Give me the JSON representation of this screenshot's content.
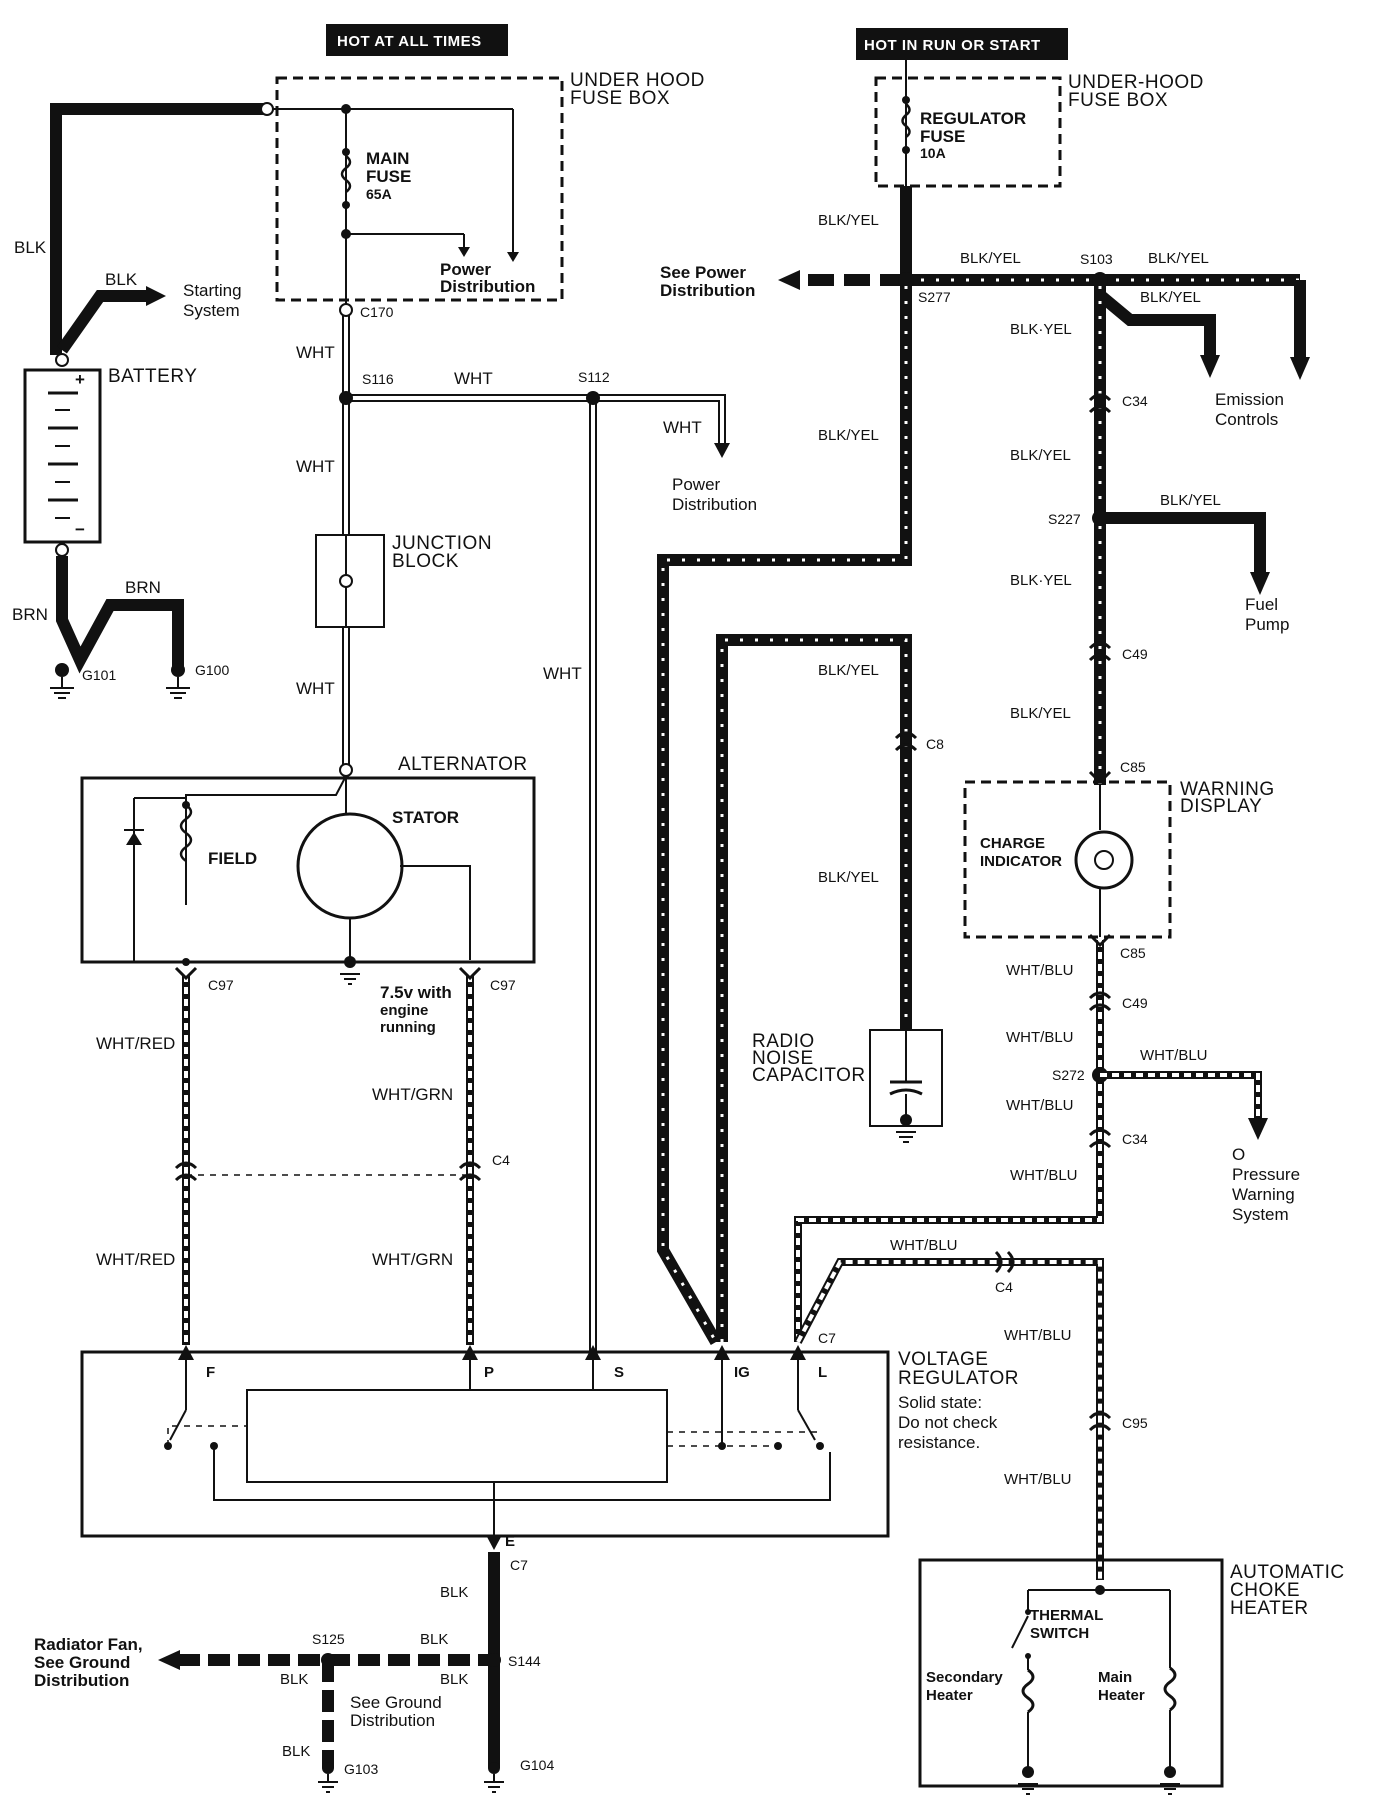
{
  "headers": {
    "hot_at_all_times": "HOT AT ALL TIMES",
    "hot_in_run_or_start": "HOT IN RUN OR START"
  },
  "fuse_boxes": {
    "left": {
      "title_line1": "UNDER HOOD",
      "title_line2": "FUSE BOX",
      "fuse_line1": "MAIN",
      "fuse_line2": "FUSE",
      "fuse_rating": "65A",
      "power_line1": "Power",
      "power_line2": "Distribution"
    },
    "right": {
      "title_line1": "UNDER-HOOD",
      "title_line2": "FUSE BOX",
      "fuse_line1": "REGULATOR",
      "fuse_line2": "FUSE",
      "fuse_rating": "10A"
    }
  },
  "battery": {
    "label": "BATTERY",
    "starting_line1": "Starting",
    "starting_line2": "System"
  },
  "grounds": [
    "G101",
    "G100",
    "G103",
    "G104"
  ],
  "connectors": {
    "c170": "C170",
    "c97a": "C97",
    "c97b": "C97",
    "c4a": "C4",
    "c4b": "C4",
    "c7a": "C7",
    "c7b": "C7",
    "c34a": "C34",
    "c34b": "C34",
    "c49a": "C49",
    "c49b": "C49",
    "c85a": "C85",
    "c85b": "C85",
    "c8": "C8",
    "c95": "C95"
  },
  "splices": {
    "s116": "S116",
    "s112": "S112",
    "s103": "S103",
    "s277": "S277",
    "s227": "S227",
    "s272": "S272",
    "s125": "S125",
    "s144": "S144"
  },
  "wire_colors": {
    "blk": "BLK",
    "brn": "BRN",
    "wht": "WHT",
    "blk_yel": "BLK/YEL",
    "blk_yel_dot": "BLK·YEL",
    "wht_red": "WHT/RED",
    "wht_grn": "WHT/GRN",
    "wht_blu": "WHT/BLU",
    "blk_ital": "BLK"
  },
  "components": {
    "junction_line1": "JUNCTION",
    "junction_line2": "BLOCK",
    "alternator": "ALTERNATOR",
    "stator": "STATOR",
    "field": "FIELD",
    "running_line1": "7.5v with",
    "running_line2": "engine",
    "running_line3": "running",
    "radio_line1": "RADIO",
    "radio_line2": "NOISE",
    "radio_line3": "CAPACITOR",
    "warning_line1": "WARNING",
    "warning_line2": "DISPLAY",
    "charge_line1": "CHARGE",
    "charge_line2": "INDICATOR",
    "vr_line1": "VOLTAGE",
    "vr_line2": "REGULATOR",
    "vr_note1": "Solid state:",
    "vr_note2": "Do not check",
    "vr_note3": "resistance.",
    "choke_line1": "AUTOMATIC",
    "choke_line2": "CHOKE",
    "choke_line3": "HEATER",
    "thermal_line1": "THERMAL",
    "thermal_line2": "SWITCH",
    "secondary_line1": "Secondary",
    "secondary_line2": "Heater",
    "main_line1": "Main",
    "main_line2": "Heater"
  },
  "terminals": {
    "f": "F",
    "p": "P",
    "s": "S",
    "ig": "IG",
    "l": "L",
    "e": "E"
  },
  "destinations": {
    "see_power_line1": "See Power",
    "see_power_line2": "Distribution",
    "power_dist_line1": "Power",
    "power_dist_line2": "Distribution",
    "emission_line1": "Emission",
    "emission_line2": "Controls",
    "fuel_line1": "Fuel",
    "fuel_line2": "Pump",
    "oil_line1": "O",
    "oil_line2": "Pressure",
    "oil_line3": "Warning",
    "oil_line4": "System",
    "radiator_line1": "Radiator Fan,",
    "radiator_line2": "See Ground",
    "radiator_line3": "Distribution",
    "ground_dist_line1": "See Ground",
    "ground_dist_line2": "Distribution"
  }
}
